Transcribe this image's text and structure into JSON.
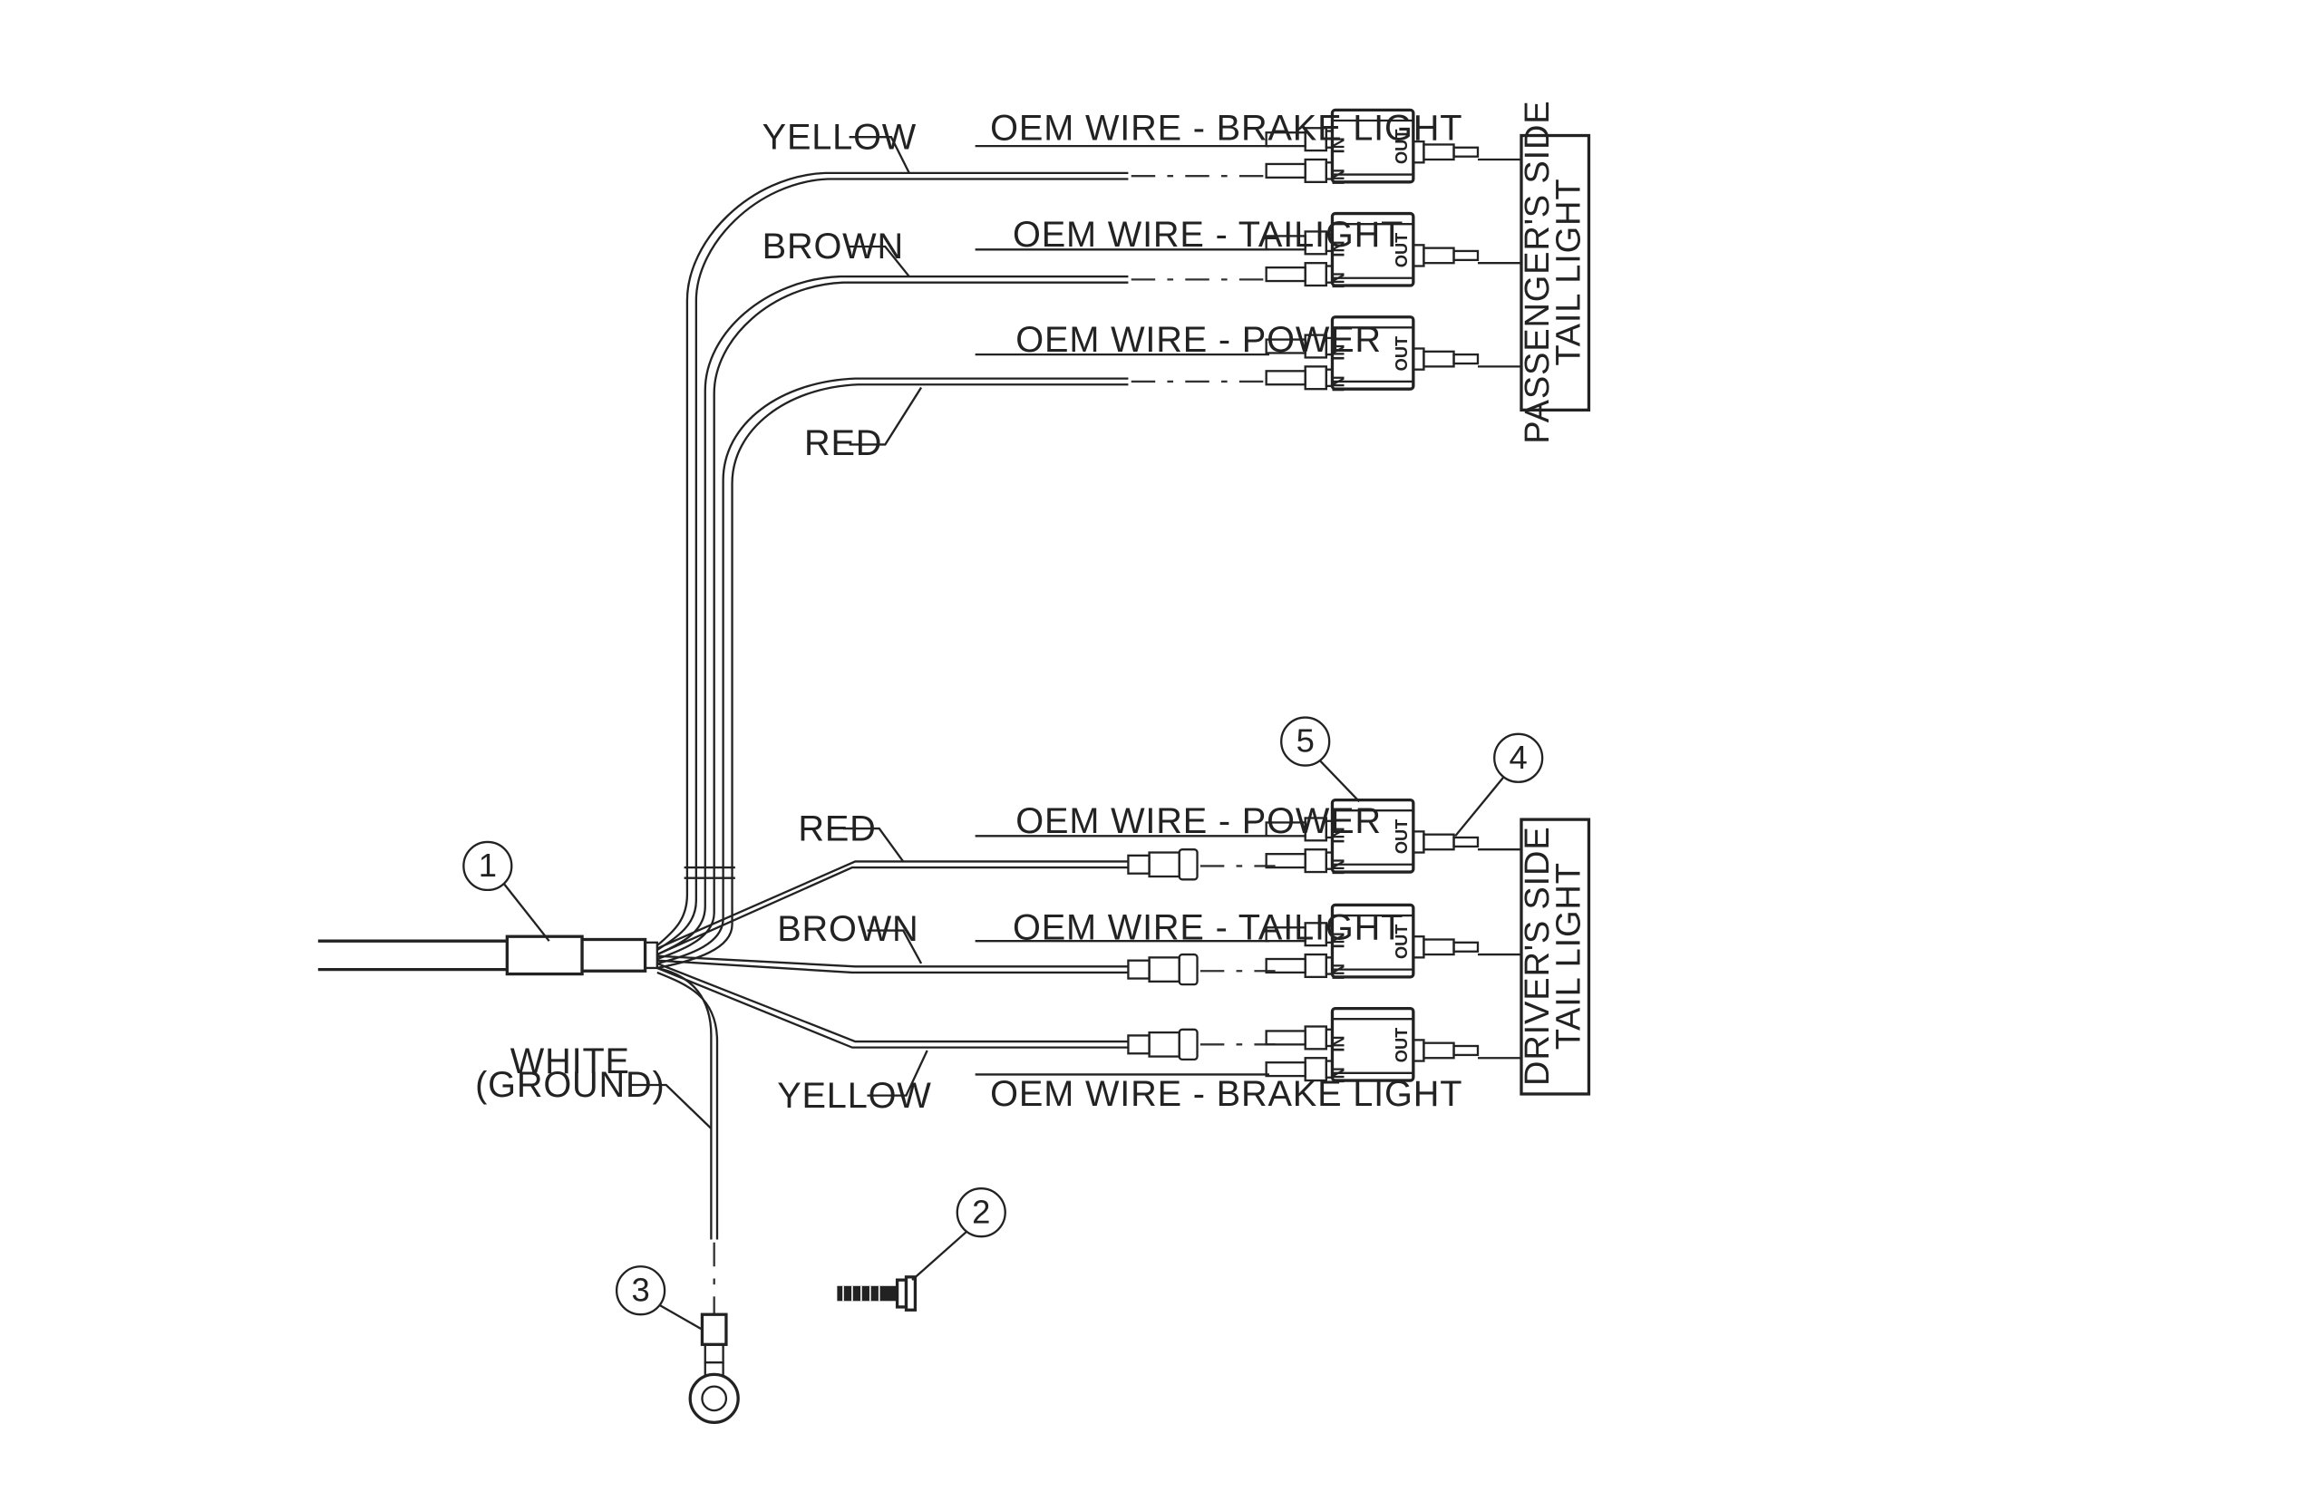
{
  "labels": {
    "yellow": "YELLOW",
    "brown": "BROWN",
    "red": "RED",
    "white_line1": "WHITE",
    "white_line2": "(GROUND)",
    "oem_brake": "OEM WIRE - BRAKE LIGHT",
    "oem_tail": "OEM WIRE - TAILIGHT",
    "oem_power": "OEM WIRE - POWER"
  },
  "connector": {
    "in_label": "IN",
    "out_label": "OUT"
  },
  "side_boxes": {
    "passenger_line1": "PASSENGER'S SIDE",
    "passenger_line2": "TAIL LIGHT",
    "driver_line1": "DRIVER'S SIDE",
    "driver_line2": "TAIL LIGHT"
  },
  "balloons": {
    "b1": "1",
    "b2": "2",
    "b3": "3",
    "b4": "4",
    "b5": "5"
  }
}
